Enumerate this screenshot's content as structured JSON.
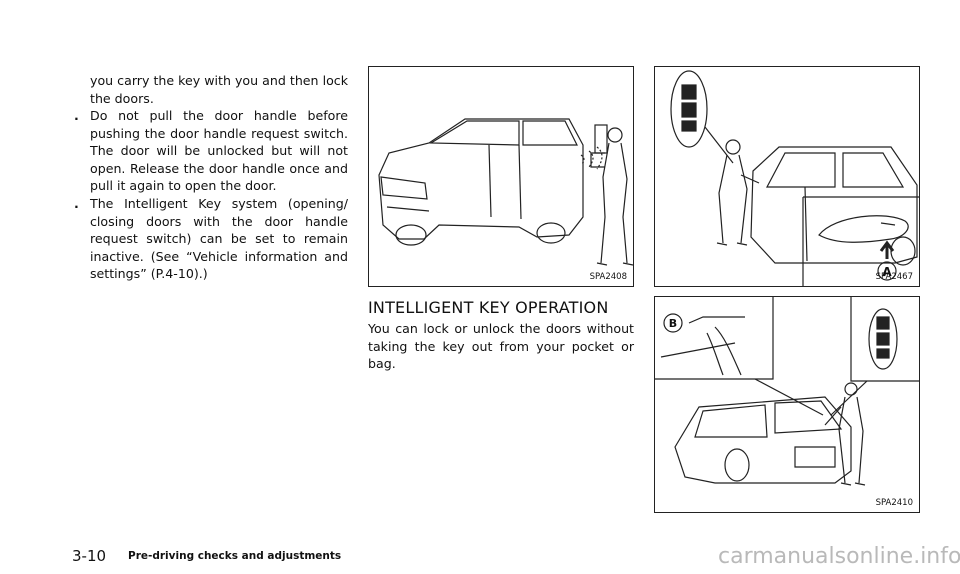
{
  "left_column": {
    "continuation": "you carry the key with you and then lock the doors.",
    "bullets": [
      "Do not pull the door handle before pushing the door handle request switch. The door will be unlocked but will not open. Release the door handle once and pull it again to open the door.",
      "The Intelligent Key system (opening/ closing doors with the door handle request switch) can be set to remain inactive. (See “Vehicle information and settings” (P.4-10).)"
    ]
  },
  "figures": {
    "fig1": {
      "code": "SPA2408"
    },
    "fig2": {
      "code": "SPA2467",
      "callout": "A"
    },
    "fig3": {
      "code": "SPA2410",
      "callout": "B"
    }
  },
  "section": {
    "heading": "INTELLIGENT KEY OPERATION",
    "body": "You can lock or unlock the doors without taking the key out from your pocket or bag."
  },
  "footer": {
    "page_number": "3-10",
    "chapter_title": "Pre-driving checks and adjustments"
  },
  "watermark": "carmanualsonline.info"
}
